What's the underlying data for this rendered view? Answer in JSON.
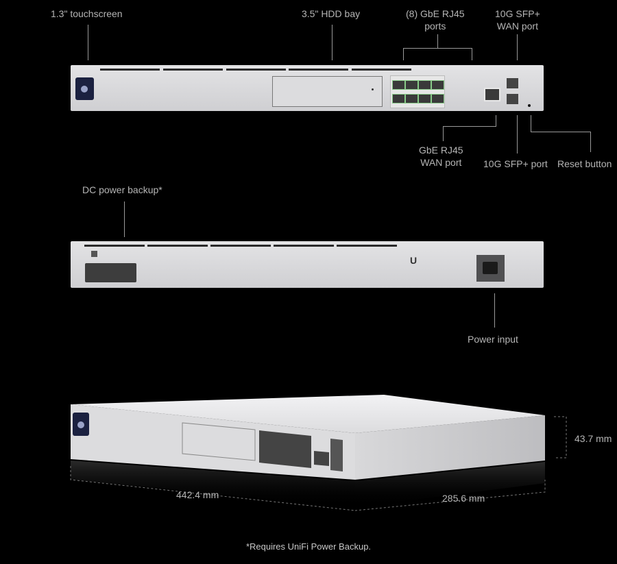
{
  "labels": {
    "touchscreen": "1.3\" touchscreen",
    "hdd_bay": "3.5\" HDD bay",
    "gbe_ports": [
      "(8) GbE RJ45",
      "ports"
    ],
    "sfp_wan": [
      "10G SFP+",
      "WAN port"
    ],
    "gbe_wan": [
      "GbE RJ45",
      "WAN port"
    ],
    "sfp_port": "10G SFP+ port",
    "reset": "Reset button",
    "dc_backup": "DC power backup*",
    "power_input": "Power input"
  },
  "dimensions": {
    "width": "442.4 mm",
    "depth": "285.6 mm",
    "height": "43.7 mm"
  },
  "footnote": "*Requires UniFi Power Backup.",
  "colors": {
    "background": "#000000",
    "chassis": "#d8d8da",
    "port_led": "#88cc88"
  }
}
